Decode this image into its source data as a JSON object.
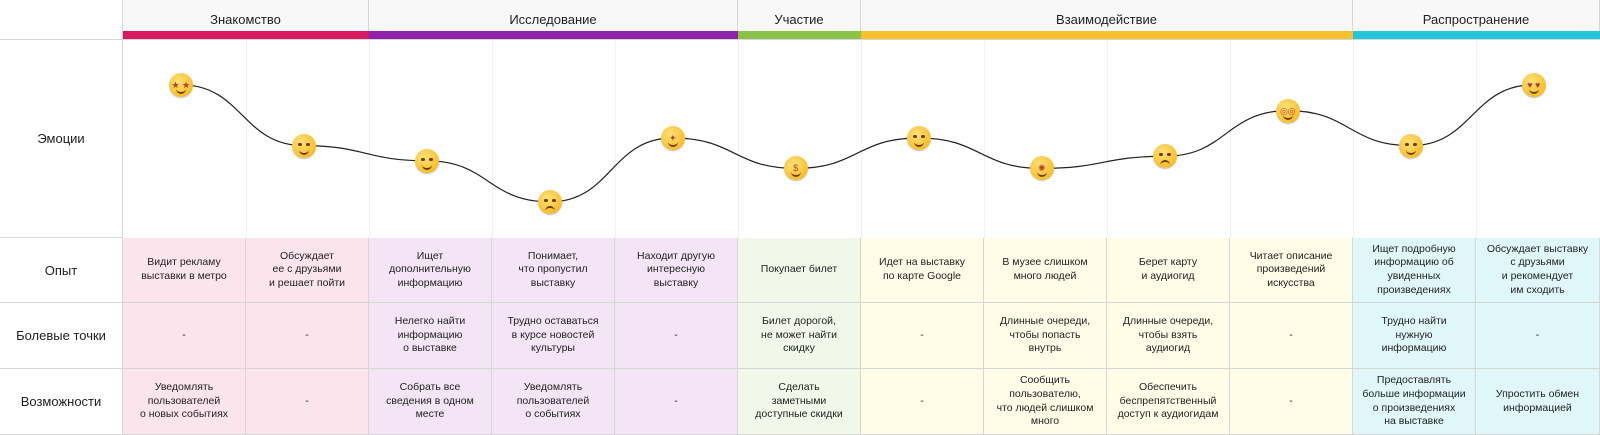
{
  "phases": [
    {
      "label": "Знакомство",
      "color": "#d81b60"
    },
    {
      "label": "Исследование",
      "color": "#8e24aa"
    },
    {
      "label": "Участие",
      "color": "#8bc34a"
    },
    {
      "label": "Взаимодействие",
      "color": "#fbc02d"
    },
    {
      "label": "Распространение",
      "color": "#26c6da"
    }
  ],
  "rows": {
    "emotions": "Эмоции",
    "experience": "Опыт",
    "pain_points": "Болевые точки",
    "opportunities": "Возможности"
  },
  "emotions": [
    {
      "icon": "star-struck-emoji-icon",
      "level": 0.85
    },
    {
      "icon": "relieved-emoji-icon",
      "level": 0.45
    },
    {
      "icon": "thinking-emoji-icon",
      "level": 0.35
    },
    {
      "icon": "tired-emoji-icon",
      "level": 0.08
    },
    {
      "icon": "party-emoji-icon",
      "level": 0.5
    },
    {
      "icon": "money-mouth-emoji-icon",
      "level": 0.3
    },
    {
      "icon": "smiling-emoji-icon",
      "level": 0.5
    },
    {
      "icon": "exploding-head-emoji-icon",
      "level": 0.3
    },
    {
      "icon": "unamused-emoji-icon",
      "level": 0.38
    },
    {
      "icon": "nerd-emoji-icon",
      "level": 0.68
    },
    {
      "icon": "monocle-emoji-icon",
      "level": 0.45
    },
    {
      "icon": "heart-eyes-emoji-icon",
      "level": 0.85
    }
  ],
  "columns": [
    {
      "experience": "Видит рекламу\nвыставки в метро",
      "pain": "-",
      "opportunity": "Уведомлять\nпользователей\nо новых событиях"
    },
    {
      "experience": "Обсуждает\nее с друзьями\nи решает пойти",
      "pain": "-",
      "opportunity": "-"
    },
    {
      "experience": "Ищет\nдополнительную\nинформацию",
      "pain": "Нелегко найти\nинформацию\nо выставке",
      "opportunity": "Собрать все\nсведения в одном\nместе"
    },
    {
      "experience": "Понимает,\nчто пропустил\nвыставку",
      "pain": "Трудно оставаться\nв курсе новостей\nкультуры",
      "opportunity": "Уведомлять\nпользователей\nо событиях"
    },
    {
      "experience": "Находит другую\nинтересную\nвыставку",
      "pain": "-",
      "opportunity": "-"
    },
    {
      "experience": "Покупает билет",
      "pain": "Билет дорогой,\nне может найти\nскидку",
      "opportunity": "Сделать\nзаметными\nдоступные скидки"
    },
    {
      "experience": "Идет на выставку\nпо карте Google",
      "pain": "-",
      "opportunity": "-"
    },
    {
      "experience": "В музее слишком\nмного людей",
      "pain": "Длинные очереди,\nчтобы попасть\nвнутрь",
      "opportunity": "Сообщить\nпользователю,\nчто людей слишком\nмного"
    },
    {
      "experience": "Берет карту\nи аудиогид",
      "pain": "Длинные очереди,\nчтобы взять\nаудиогид",
      "opportunity": "Обеспечить\nбеспрепятственный\nдоступ к аудиогидам"
    },
    {
      "experience": "Читает описание\nпроизведений\nискусства",
      "pain": "-",
      "opportunity": "-"
    },
    {
      "experience": "Ищет подробную\nинформацию об\nувиденных\nпроизведениях",
      "pain": "Трудно найти\nнужную\nинформацию",
      "opportunity": "Предоставлять\nбольше информации\nо произведениях\nна выставке"
    },
    {
      "experience": "Обсуждает выставку\nс друзьями\nи рекомендует\nим сходить",
      "pain": "-",
      "opportunity": "Упростить обмен\nинформацией"
    }
  ],
  "colors": {
    "cell_bg": [
      "#fce4ec",
      "#fce4ec",
      "#f3e5f5",
      "#f3e5f5",
      "#f3e5f5",
      "#f1f8e9",
      "#fffde7",
      "#fffde7",
      "#fffde7",
      "#fffde7",
      "#e0f7fa",
      "#e0f7fa"
    ]
  }
}
